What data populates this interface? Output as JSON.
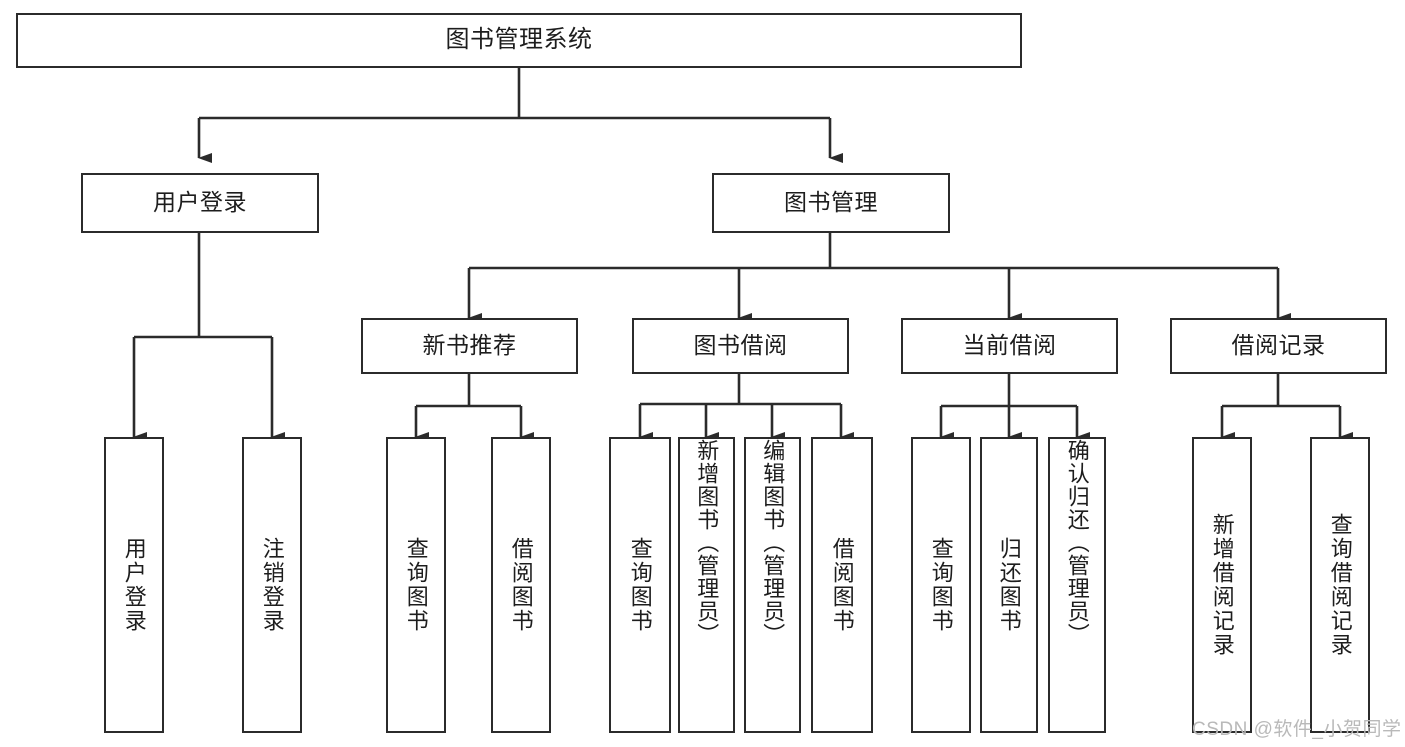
{
  "diagram": {
    "type": "tree-hierarchy",
    "title": "图书管理系统",
    "root": {
      "label": "图书管理系统",
      "name": "root-node-library-management-system"
    },
    "level2": [
      {
        "label": "用户登录",
        "name": "node-user-login"
      },
      {
        "label": "图书管理",
        "name": "node-book-management"
      }
    ],
    "level3": [
      {
        "label": "新书推荐",
        "name": "node-new-book-recommendation"
      },
      {
        "label": "图书借阅",
        "name": "node-book-borrowing"
      },
      {
        "label": "当前借阅",
        "name": "node-current-borrowing"
      },
      {
        "label": "借阅记录",
        "name": "node-borrowing-records"
      }
    ],
    "leaves": {
      "user_login": [
        {
          "label": "用户登录",
          "name": "leaf-user-login"
        },
        {
          "label": "注销登录",
          "name": "leaf-logout"
        }
      ],
      "new_book_recommendation": [
        {
          "label": "查询图书",
          "name": "leaf-query-books-recommendation"
        },
        {
          "label": "借阅图书",
          "name": "leaf-borrow-books-recommendation"
        }
      ],
      "book_borrowing": [
        {
          "label": "查询图书",
          "name": "leaf-query-books-borrowing"
        },
        {
          "label": "新增图书（管理员）",
          "name": "leaf-add-book-admin"
        },
        {
          "label": "编辑图书（管理员）",
          "name": "leaf-edit-book-admin"
        },
        {
          "label": "借阅图书",
          "name": "leaf-borrow-books"
        }
      ],
      "current_borrowing": [
        {
          "label": "查询图书",
          "name": "leaf-query-books-current"
        },
        {
          "label": "归还图书",
          "name": "leaf-return-books"
        },
        {
          "label": "确认归还（管理员）",
          "name": "leaf-confirm-return-admin"
        }
      ],
      "borrowing_records": [
        {
          "label": "新增借阅记录",
          "name": "leaf-add-borrow-record"
        },
        {
          "label": "查询借阅记录",
          "name": "leaf-query-borrow-record"
        }
      ]
    }
  },
  "watermark": {
    "text": "CSDN @软件_小贺同学"
  },
  "colors": {
    "stroke": "#2b2b2b",
    "box_fill": "#ffffff",
    "text": "#1d1d1d",
    "watermark": "#b9b9b9",
    "background": "#ffffff"
  }
}
